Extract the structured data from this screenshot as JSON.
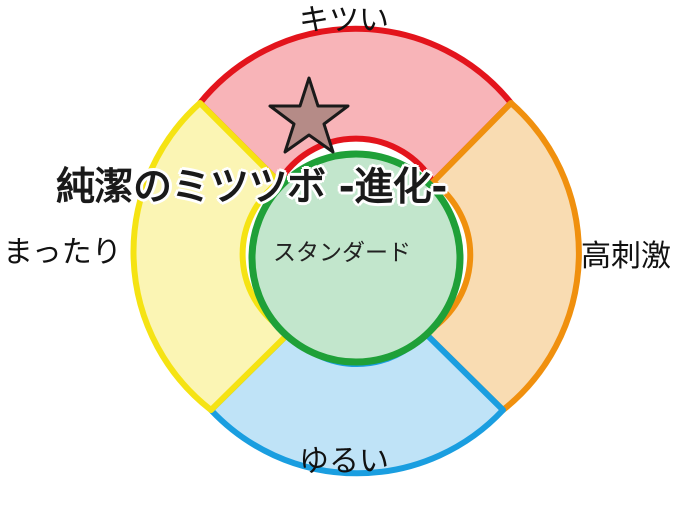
{
  "title": "純潔のミツツボ -進化-",
  "segments": {
    "top": {
      "label": "キツい",
      "fill": "#f8b4b8",
      "stroke": "#e3141c"
    },
    "right": {
      "label": "高刺激",
      "fill": "#f9dcb2",
      "stroke": "#f0900e"
    },
    "bottom": {
      "label": "ゆるい",
      "fill": "#bfe3f7",
      "stroke": "#1a9ee0"
    },
    "left": {
      "label": "まったり",
      "fill": "#fbf5b4",
      "stroke": "#f5e313"
    }
  },
  "center": {
    "label": "スタンダード",
    "fill": "#c2e6cc",
    "stroke": "#1fa038"
  },
  "marker": {
    "icon": "star-icon",
    "fill": "#b58b87",
    "stroke": "#1a1a1a",
    "segment": "top"
  }
}
